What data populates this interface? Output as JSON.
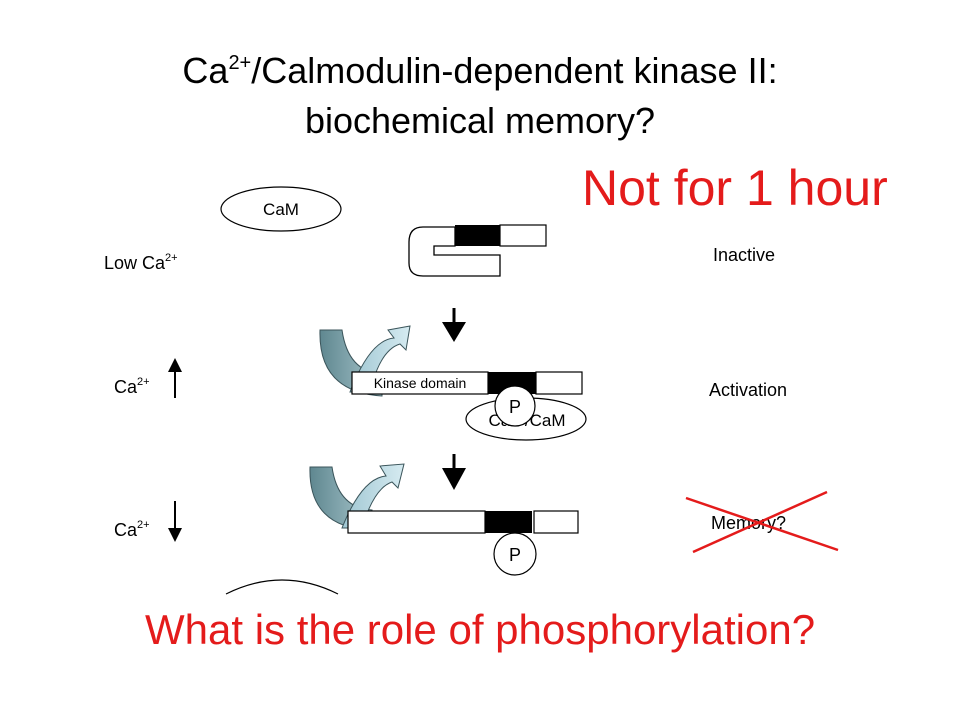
{
  "title": {
    "line1_prefix": "Ca",
    "line1_sup": "2+",
    "line1_suffix": "/Calmodulin-dependent kinase II:",
    "line2": "biochemical memory?"
  },
  "callout_not_for": "Not for 1 hour",
  "callout_question": "What is the role of phosphorylation?",
  "rows": {
    "low": {
      "label_prefix": "Low Ca",
      "label_sup": "2+",
      "state": "Inactive"
    },
    "up": {
      "label_prefix": "Ca",
      "label_sup": "2+",
      "state": "Activation"
    },
    "down": {
      "label_prefix": "Ca",
      "label_sup": "2+",
      "state": "Memory?"
    }
  },
  "cam_label": "CaM",
  "kinase_domain_label": "Kinase domain",
  "ca_cam_label": "Ca²⁺/CaM",
  "phospho_label": "P",
  "colors": {
    "accent_red": "#e41b1b",
    "arrow_teal_dark": "#7aa0a8",
    "arrow_teal_light": "#b8d8e2",
    "block_black": "#000000"
  }
}
